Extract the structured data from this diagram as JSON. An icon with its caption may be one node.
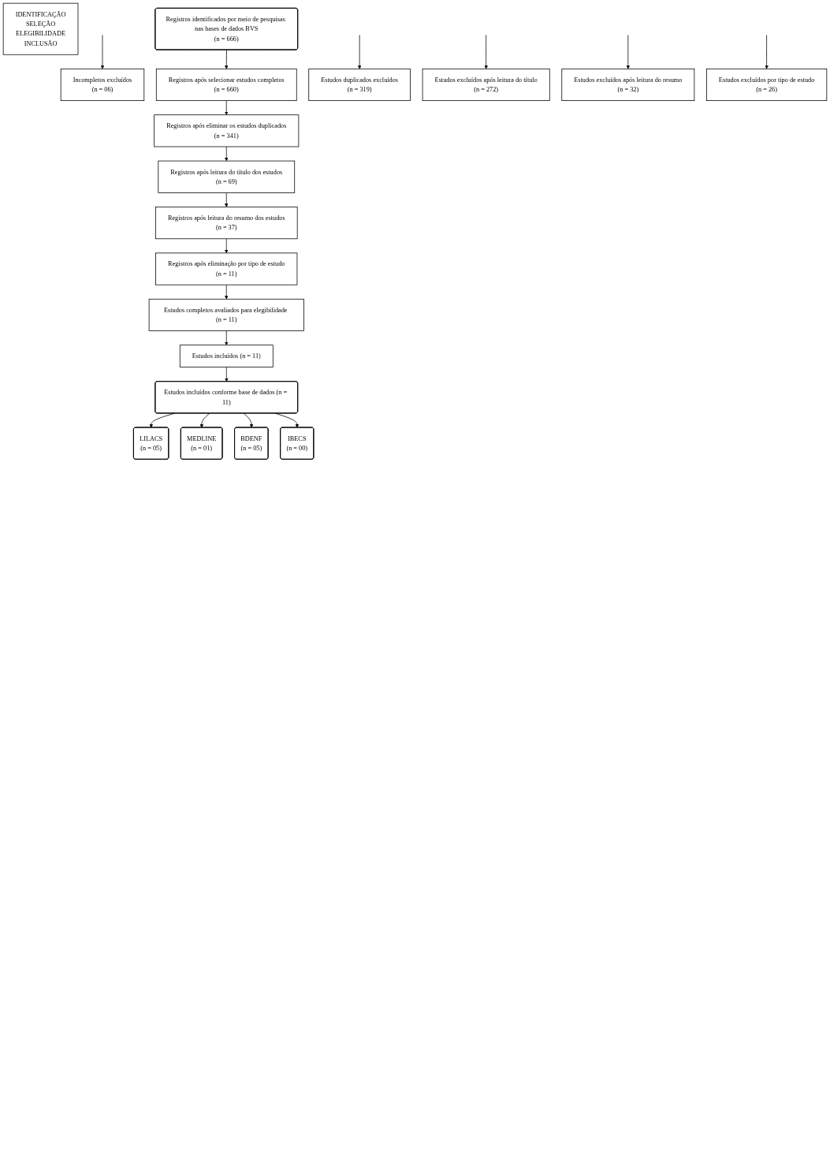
{
  "diagram": {
    "nodes": [
      {
        "text": [
          "IDENTIFICAÇÃO",
          "SELEÇÃO",
          "ELEGIBILIDADE",
          "INCLUSÃO"
        ]
      },
      {
        "text": [
          "Registros identificados por meio de pesquisas nas bases de dados BVS",
          "(n = 666)"
        ]
      },
      {
        "text": [
          "Incompletos excluídos",
          "(n = 06)"
        ]
      },
      {
        "text": [
          "Registros após selecionar estudos completos",
          "(n = 660)"
        ]
      },
      {
        "text": [
          "Estudos duplicados excluídos",
          "(n = 319)"
        ]
      },
      {
        "text": [
          "Registros após eliminar os estudos duplicados",
          "(n = 341)"
        ]
      },
      {
        "text": [
          "Estudos excluídos após leitura do título",
          "(n = 272)"
        ]
      },
      {
        "text": [
          "Registros após leitura do título dos estudos",
          "(n = 69)"
        ]
      },
      {
        "text": [
          "Estudos excluídos após leitura do resumo",
          "(n = 32)"
        ]
      },
      {
        "text": [
          "Registros após leitura do resumo dos estudos",
          "(n = 37)"
        ]
      },
      {
        "text": [
          "Estudos excluídos por tipo de estudo",
          "(n = 26)"
        ]
      },
      {
        "text": [
          "Registros após eliminação por tipo de estudo",
          "(n = 11)"
        ]
      },
      {
        "text": [
          "Estudos completos avaliados para elegibilidade (n = 11)"
        ]
      },
      {
        "text": [
          "Estudos incluídos (n = 11)"
        ]
      },
      {
        "text": [
          "Estudos incluídos conforme base de dados (n = 11)"
        ]
      },
      {
        "text": [
          "LILACS",
          "(n = 05)"
        ]
      },
      {
        "text": [
          "MEDLINE",
          "(n = 01)"
        ]
      },
      {
        "text": [
          "BDENF",
          "(n = 05)"
        ]
      },
      {
        "text": [
          "IBECS",
          "(n = 00)"
        ]
      }
    ],
    "edges": [
      {
        "from": 1,
        "to": 3,
        "arrow": "to"
      },
      {
        "from": null,
        "to": 2,
        "arrow": "to"
      },
      {
        "from": 3,
        "to": 5,
        "arrow": "to"
      },
      {
        "from": null,
        "to": 4,
        "arrow": "to"
      },
      {
        "from": 5,
        "to": 7,
        "arrow": "to"
      },
      {
        "from": null,
        "to": 6,
        "arrow": "to"
      },
      {
        "from": 7,
        "to": 9,
        "arrow": "to"
      },
      {
        "from": null,
        "to": 8,
        "arrow": "to"
      },
      {
        "from": 9,
        "to": 11,
        "arrow": "to"
      },
      {
        "from": null,
        "to": 10,
        "arrow": "to"
      },
      {
        "from": 11,
        "to": 12,
        "arrow": "to"
      },
      {
        "from": 12,
        "to": 13,
        "arrow": "to"
      },
      {
        "from": 13,
        "to": 14,
        "arrow": "to"
      },
      {
        "from": 14,
        "to": 15,
        "arrow": "to"
      },
      {
        "from": 14,
        "to": 16,
        "arrow": "to"
      },
      {
        "from": 14,
        "to": 17,
        "arrow": "to"
      },
      {
        "from": 14,
        "to": 18,
        "arrow": "to"
      }
    ]
  }
}
